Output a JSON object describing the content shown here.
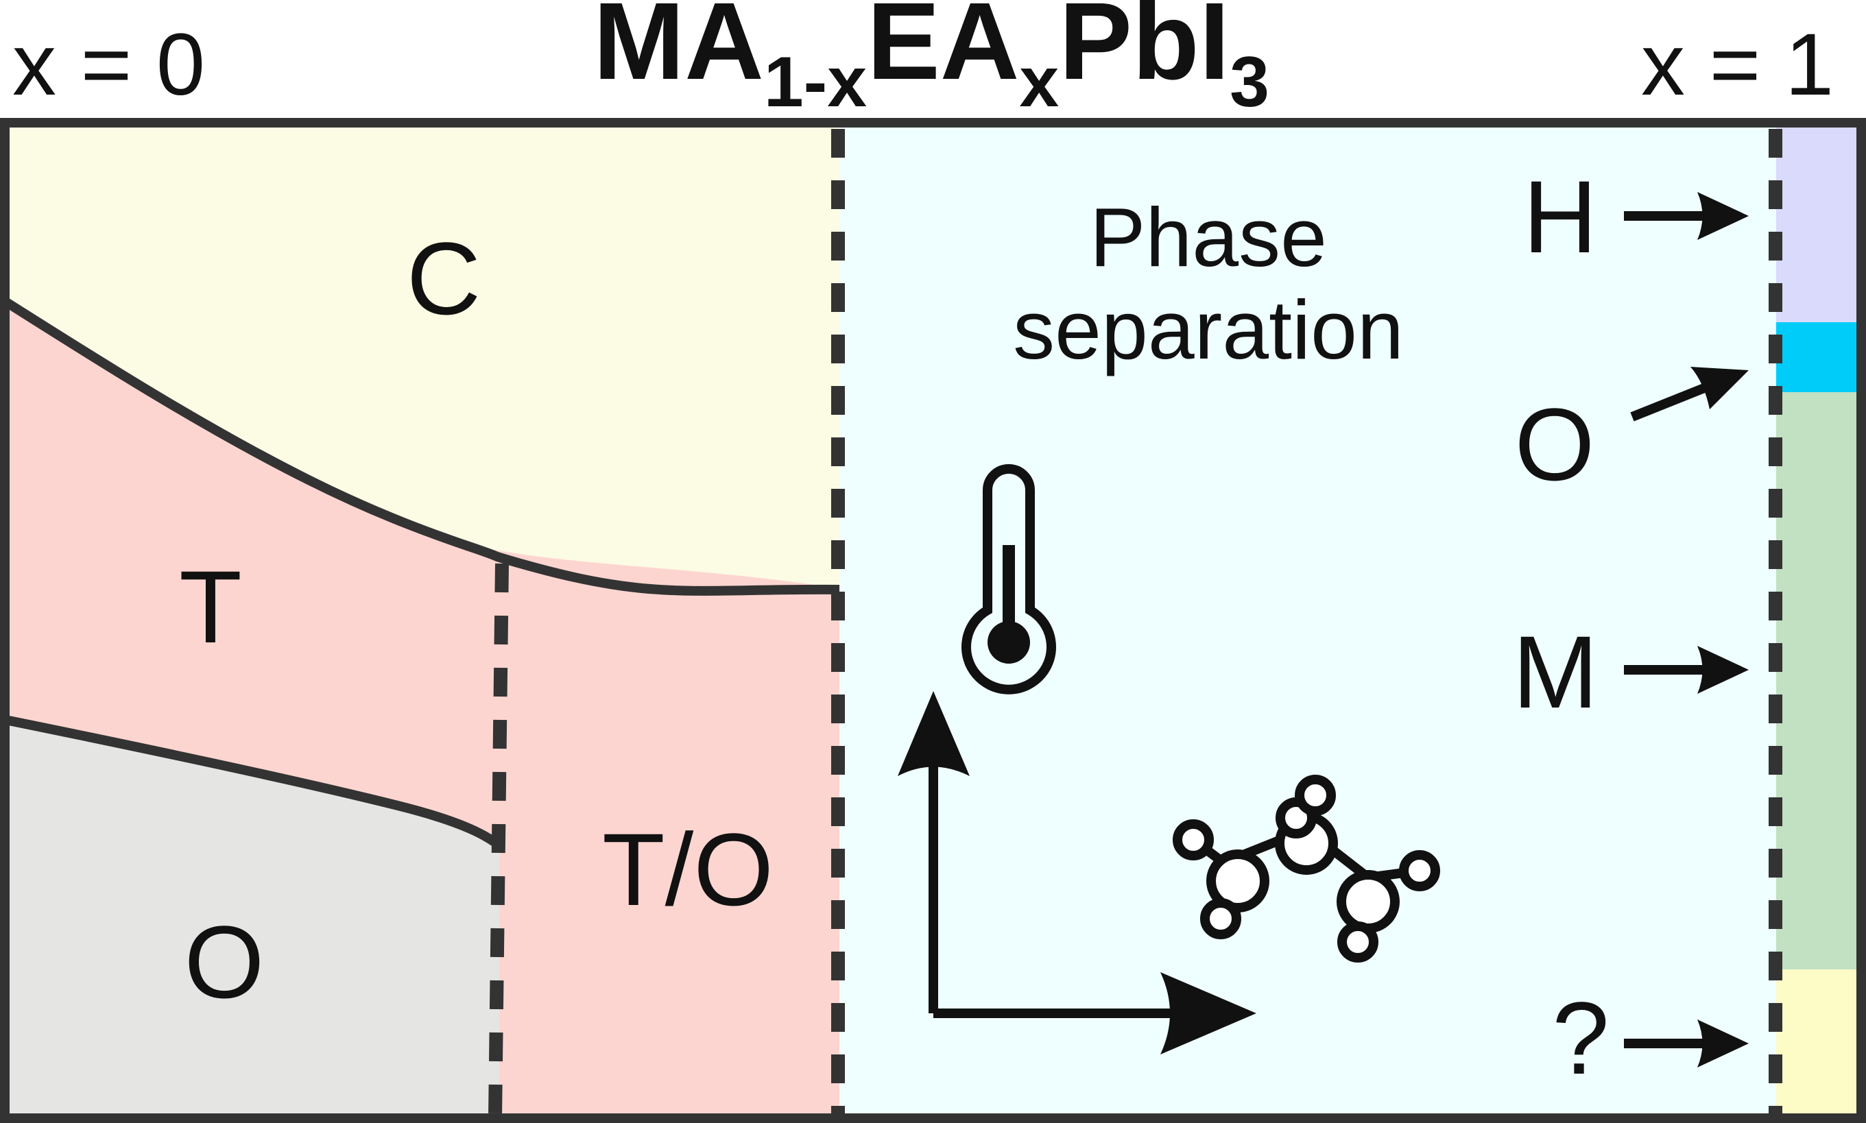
{
  "header": {
    "left_label": "x = 0",
    "right_label": "x = 1",
    "formula": {
      "part1": "MA",
      "sub1": "1-x",
      "part2": "EA",
      "sub2": "x",
      "part3": "PbI",
      "sub3": "3"
    }
  },
  "regions": {
    "cubic": "C",
    "tetragonal": "T",
    "orthorhombic": "O",
    "mixed": "T/O",
    "phase_separation_line1": "Phase",
    "phase_separation_line2": "separation"
  },
  "end_phases": {
    "hexagonal": "H",
    "orthorhombic": "O",
    "monoclinic": "M",
    "unknown": "?"
  },
  "colors": {
    "cubic_fill": "#fcfbe4",
    "tetragonal_fill": "#fdd5d0",
    "orthorhombic_fill": "#e5e5e3",
    "phase_sep_fill": "#effefe",
    "strip_h": "#d9dafc",
    "strip_o": "#00ccfa",
    "strip_m": "#c2e0c2",
    "strip_q": "#fdfcc6",
    "line": "#333333",
    "ink": "#111111"
  },
  "icons": [
    "thermometer-icon",
    "ethylammonium-molecule-icon",
    "axes-arrows-icon"
  ]
}
